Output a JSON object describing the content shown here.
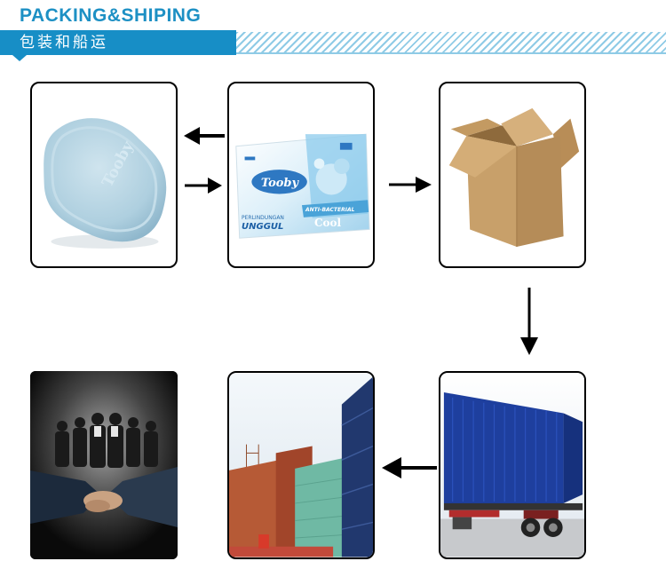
{
  "header": {
    "title": "PACKING&SHIPING",
    "subtitle_cn": "包装和船运",
    "accent_color": "#178ec6"
  },
  "steps": [
    {
      "id": "soap",
      "icon": "soap-bar-icon",
      "engraving": "Tooby"
    },
    {
      "id": "wrapper",
      "icon": "soap-wrapper-icon",
      "brand": "Tooby",
      "line1": "PERLINDUNGAN",
      "line2": "UNGGUL",
      "band": "ANTI-BACTERIAL",
      "variant": "Cool"
    },
    {
      "id": "carton",
      "icon": "open-carton-icon"
    },
    {
      "id": "truck",
      "icon": "container-truck-icon"
    },
    {
      "id": "port",
      "icon": "container-port-icon"
    },
    {
      "id": "handshake",
      "icon": "business-handshake-icon"
    }
  ],
  "arrows": [
    {
      "from": "wrapper",
      "to": "soap",
      "direction": "left"
    },
    {
      "from": "soap",
      "to": "wrapper",
      "direction": "right"
    },
    {
      "from": "wrapper",
      "to": "carton",
      "direction": "right"
    },
    {
      "from": "carton",
      "to": "truck",
      "direction": "down"
    },
    {
      "from": "truck",
      "to": "port",
      "direction": "left"
    }
  ]
}
